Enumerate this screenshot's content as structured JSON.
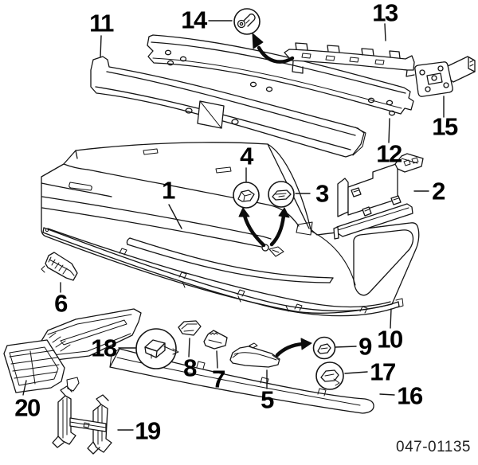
{
  "diagram": {
    "type": "exploded-parts-diagram",
    "background_color": "#ffffff",
    "line_color": "#151515",
    "label_color": "#000000",
    "figure_code": "047-01135",
    "callouts": [
      {
        "num": "1"
      },
      {
        "num": "2"
      },
      {
        "num": "3"
      },
      {
        "num": "4"
      },
      {
        "num": "5"
      },
      {
        "num": "6"
      },
      {
        "num": "7"
      },
      {
        "num": "8"
      },
      {
        "num": "9"
      },
      {
        "num": "10"
      },
      {
        "num": "11"
      },
      {
        "num": "12"
      },
      {
        "num": "13"
      },
      {
        "num": "14"
      },
      {
        "num": "15"
      },
      {
        "num": "16"
      },
      {
        "num": "17"
      },
      {
        "num": "18"
      },
      {
        "num": "19"
      },
      {
        "num": "20"
      }
    ]
  }
}
